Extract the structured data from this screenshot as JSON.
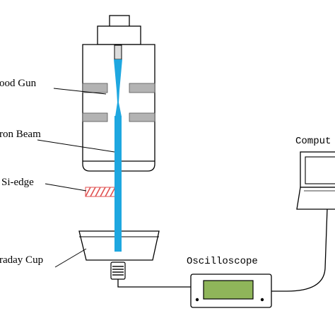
{
  "diagram": {
    "labels": {
      "flood_gun": "ood Gun",
      "electron_beam": "ron Beam",
      "si_edge": "Si-edge",
      "faraday_cup": "raday Cup",
      "oscilloscope": "Oscilloscope",
      "computer": "Comput"
    },
    "colors": {
      "beam": "#1ea7e0",
      "outline": "#000000",
      "plates": "#b3b3b3",
      "screen": "#8fb55a",
      "si_edge": "#e05050"
    }
  }
}
